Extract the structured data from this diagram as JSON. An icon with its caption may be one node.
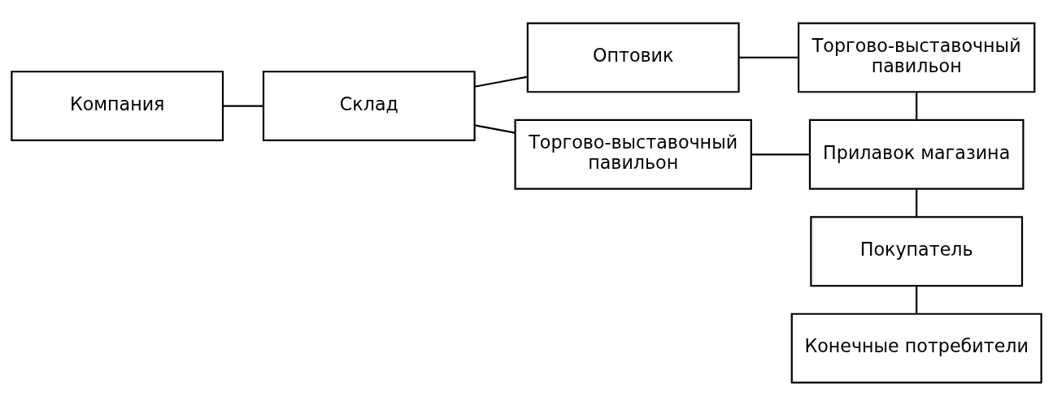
{
  "diagram": {
    "nodes": [
      {
        "text": [
          "Компания"
        ]
      },
      {
        "text": [
          "Склад"
        ]
      },
      {
        "text": [
          "Оптовик"
        ]
      },
      {
        "text": [
          "Торгово-выставочный павильон"
        ]
      },
      {
        "text": [
          "Торгово-выставочный павильон"
        ]
      },
      {
        "text": [
          "Прилавок магазина"
        ]
      },
      {
        "text": [
          "Покупатель"
        ]
      },
      {
        "text": [
          "Конечные потребители"
        ]
      }
    ],
    "edges": [
      {
        "from": 0,
        "to": 1,
        "arrow": "none"
      },
      {
        "from": 1,
        "to": 2,
        "arrow": "none"
      },
      {
        "from": 1,
        "to": 3,
        "arrow": "none"
      },
      {
        "from": 2,
        "to": 4,
        "arrow": "none"
      },
      {
        "from": 4,
        "to": 5,
        "arrow": "none"
      },
      {
        "from": 3,
        "to": 5,
        "arrow": "none"
      },
      {
        "from": 5,
        "to": 6,
        "arrow": "none"
      },
      {
        "from": 6,
        "to": 7,
        "arrow": "none"
      }
    ]
  }
}
